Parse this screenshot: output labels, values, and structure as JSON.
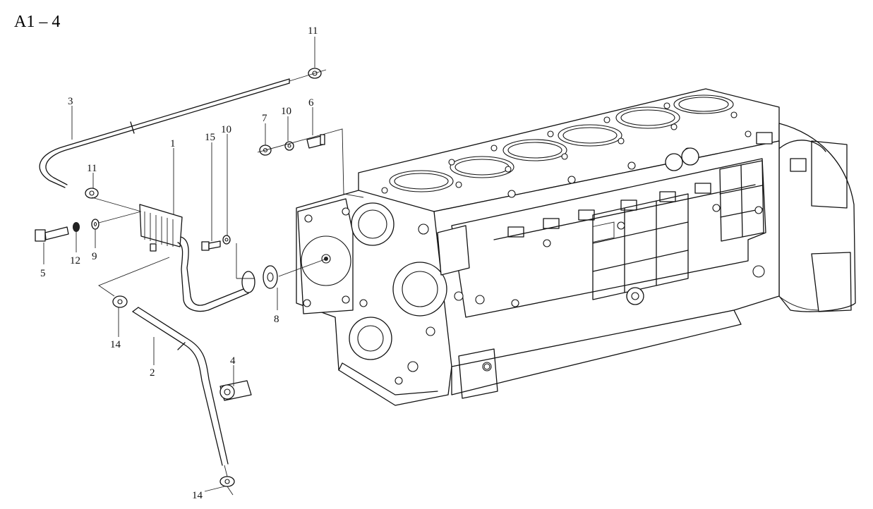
{
  "figure_id": "A1 – 4",
  "callouts": [
    {
      "id": "c11a",
      "label": "11"
    },
    {
      "id": "c3",
      "label": "3"
    },
    {
      "id": "c7",
      "label": "7"
    },
    {
      "id": "c10a",
      "label": "10"
    },
    {
      "id": "c6",
      "label": "6"
    },
    {
      "id": "c1",
      "label": "1"
    },
    {
      "id": "c15",
      "label": "15"
    },
    {
      "id": "c10b",
      "label": "10"
    },
    {
      "id": "c11b",
      "label": "11"
    },
    {
      "id": "c5",
      "label": "5"
    },
    {
      "id": "c12",
      "label": "12"
    },
    {
      "id": "c9",
      "label": "9"
    },
    {
      "id": "c8",
      "label": "8"
    },
    {
      "id": "c14a",
      "label": "14"
    },
    {
      "id": "c2",
      "label": "2"
    },
    {
      "id": "c4",
      "label": "4"
    },
    {
      "id": "c14b",
      "label": "14"
    }
  ]
}
